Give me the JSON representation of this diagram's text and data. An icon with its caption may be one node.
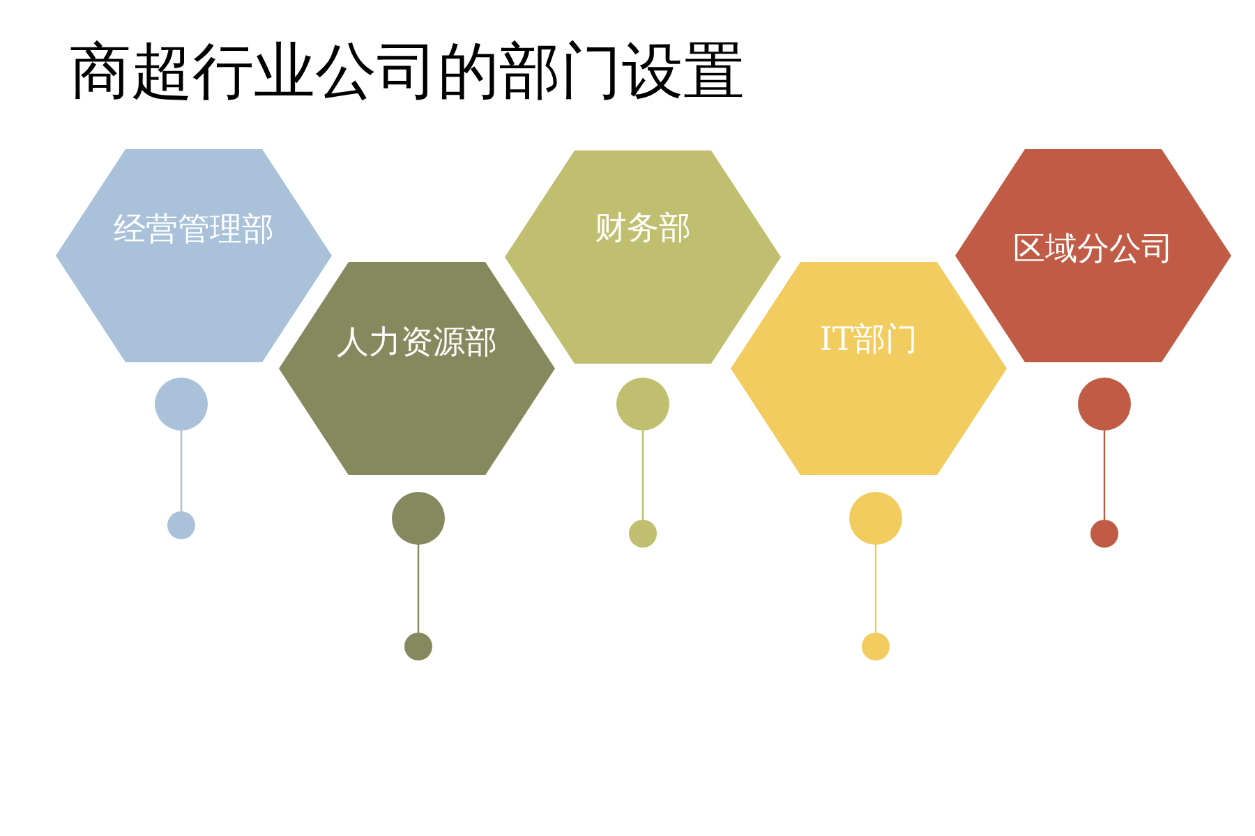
{
  "diagram": {
    "title": "商超行业公司的部门设置",
    "nodes": [
      {
        "text": [
          "经营管理部"
        ]
      },
      {
        "text": [
          "人力资源部"
        ]
      },
      {
        "text": [
          "财务部"
        ]
      },
      {
        "text": [
          "IT部门"
        ]
      },
      {
        "text": [
          "区域分公司"
        ]
      }
    ],
    "edges": []
  }
}
